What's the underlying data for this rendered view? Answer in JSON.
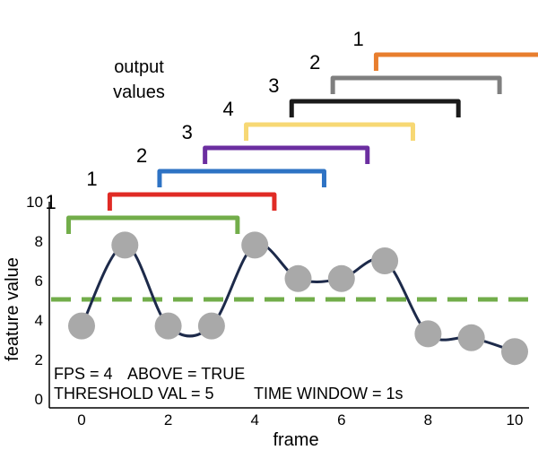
{
  "chart_data": {
    "type": "line",
    "xlabel": "frame",
    "ylabel": "feature value",
    "xlim": [
      -0.5,
      10.3
    ],
    "ylim": [
      0,
      10
    ],
    "x_ticks": [
      0,
      2,
      4,
      6,
      8,
      10
    ],
    "y_ticks": [
      0,
      2,
      4,
      6,
      8,
      10
    ],
    "grid": false,
    "points": [
      {
        "x": 0,
        "y": 3.7
      },
      {
        "x": 1,
        "y": 7.8
      },
      {
        "x": 2,
        "y": 3.7
      },
      {
        "x": 3,
        "y": 3.7
      },
      {
        "x": 4,
        "y": 7.8
      },
      {
        "x": 5,
        "y": 6.1
      },
      {
        "x": 6,
        "y": 6.1
      },
      {
        "x": 7,
        "y": 7.0
      },
      {
        "x": 8,
        "y": 3.3
      },
      {
        "x": 9,
        "y": 3.1
      },
      {
        "x": 10,
        "y": 2.4
      }
    ],
    "threshold": 5,
    "windows": [
      {
        "label": "1",
        "start": -0.3,
        "end": 3.6,
        "color": "#72ad4a"
      },
      {
        "label": "1",
        "start": 0.65,
        "end": 4.45,
        "color": "#e02b25"
      },
      {
        "label": "2",
        "start": 1.8,
        "end": 5.6,
        "color": "#2e73c4"
      },
      {
        "label": "3",
        "start": 2.85,
        "end": 6.6,
        "color": "#6b2ea0"
      },
      {
        "label": "4",
        "start": 3.8,
        "end": 7.65,
        "color": "#f7d874"
      },
      {
        "label": "3",
        "start": 4.85,
        "end": 8.7,
        "color": "#1b1b1b"
      },
      {
        "label": "2",
        "start": 5.8,
        "end": 9.65,
        "color": "#7f7f7f"
      },
      {
        "label": "1",
        "start": 6.8,
        "end": 10.6,
        "color": "#e87e2e"
      }
    ]
  },
  "annotation": {
    "output_title_line1": "output",
    "output_title_line2": "values",
    "fps": "FPS = 4",
    "above": "ABOVE = TRUE",
    "threshold_val": "THRESHOLD VAL = 5",
    "time_window": "TIME WINDOW = 1s"
  },
  "colors": {
    "line": "#1d2a4a",
    "point": "#a9a9a9",
    "threshold": "#72ad4a",
    "fps": "#000000",
    "above": "#8cc46a",
    "threshold_val": "#b88a14",
    "time_window": "#b7281e"
  }
}
